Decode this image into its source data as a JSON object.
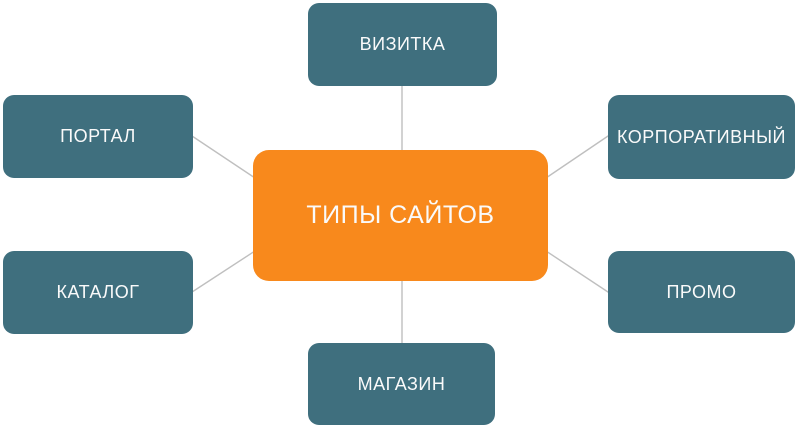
{
  "diagram": {
    "hub": {
      "label": "ТИПЫ САЙТОВ",
      "color": "#f8891c"
    },
    "nodes": [
      {
        "id": "vizitka",
        "label": "ВИЗИТКА"
      },
      {
        "id": "korporativnyy",
        "label": "КОРПОРАТИВНЫЙ"
      },
      {
        "id": "promo",
        "label": "ПРОМО"
      },
      {
        "id": "magazin",
        "label": "МАГАЗИН"
      },
      {
        "id": "katalog",
        "label": "КАТАЛОГ"
      },
      {
        "id": "portal",
        "label": "ПОРТАЛ"
      }
    ],
    "node_color": "#3f6f7e",
    "label_text_color": "#fafafa",
    "connector_color": "#bfbfbf",
    "background_color": "#ffffff"
  }
}
